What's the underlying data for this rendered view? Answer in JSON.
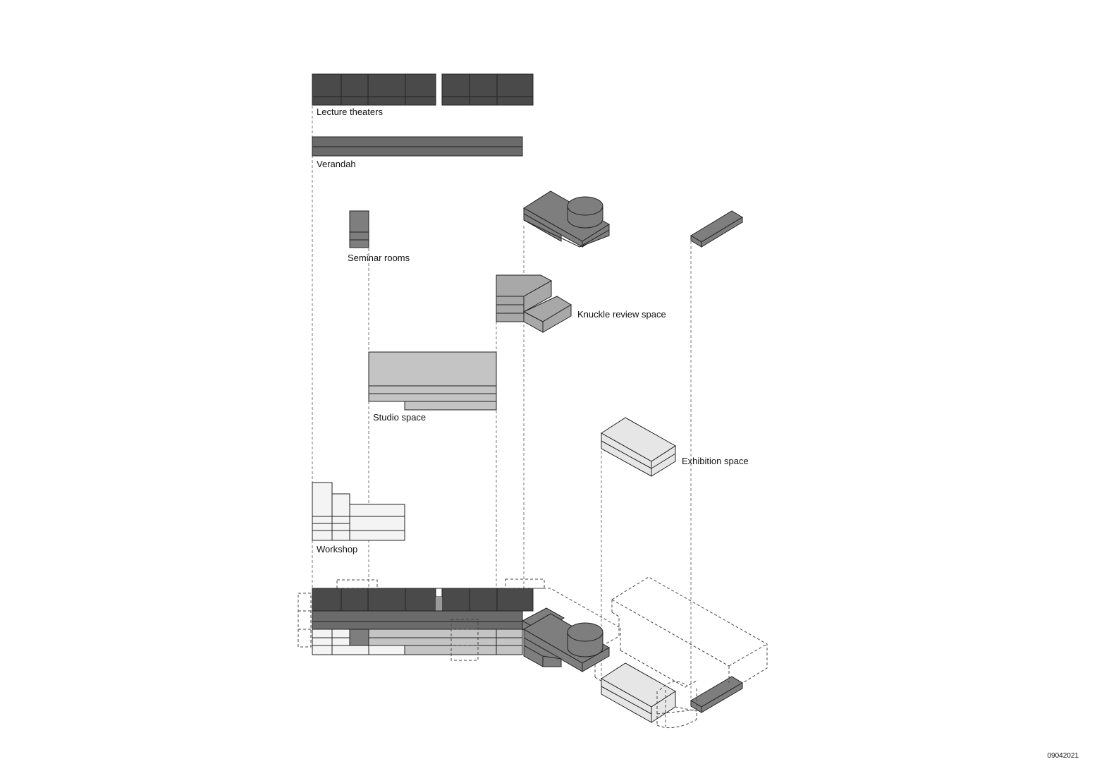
{
  "labels": {
    "lecture_theaters": "Lecture theaters",
    "verandah": "Verandah",
    "seminar_rooms": "Seminar rooms",
    "knuckle_review_space": "Knuckle review space",
    "studio_space": "Studio space",
    "exhibition_space": "Exhibition space",
    "workshop": "Workshop"
  },
  "drawing_code": "09042021",
  "colors": {
    "lecture_theaters": "#4a4a4a",
    "verandah": "#6b6b6b",
    "seminar_rooms": "#7e7e7e",
    "knuckle_review_space": "#a8a8a8",
    "studio_space": "#c4c4c4",
    "exhibition_space": "#e6e6e6",
    "workshop": "#f4f4f4"
  }
}
